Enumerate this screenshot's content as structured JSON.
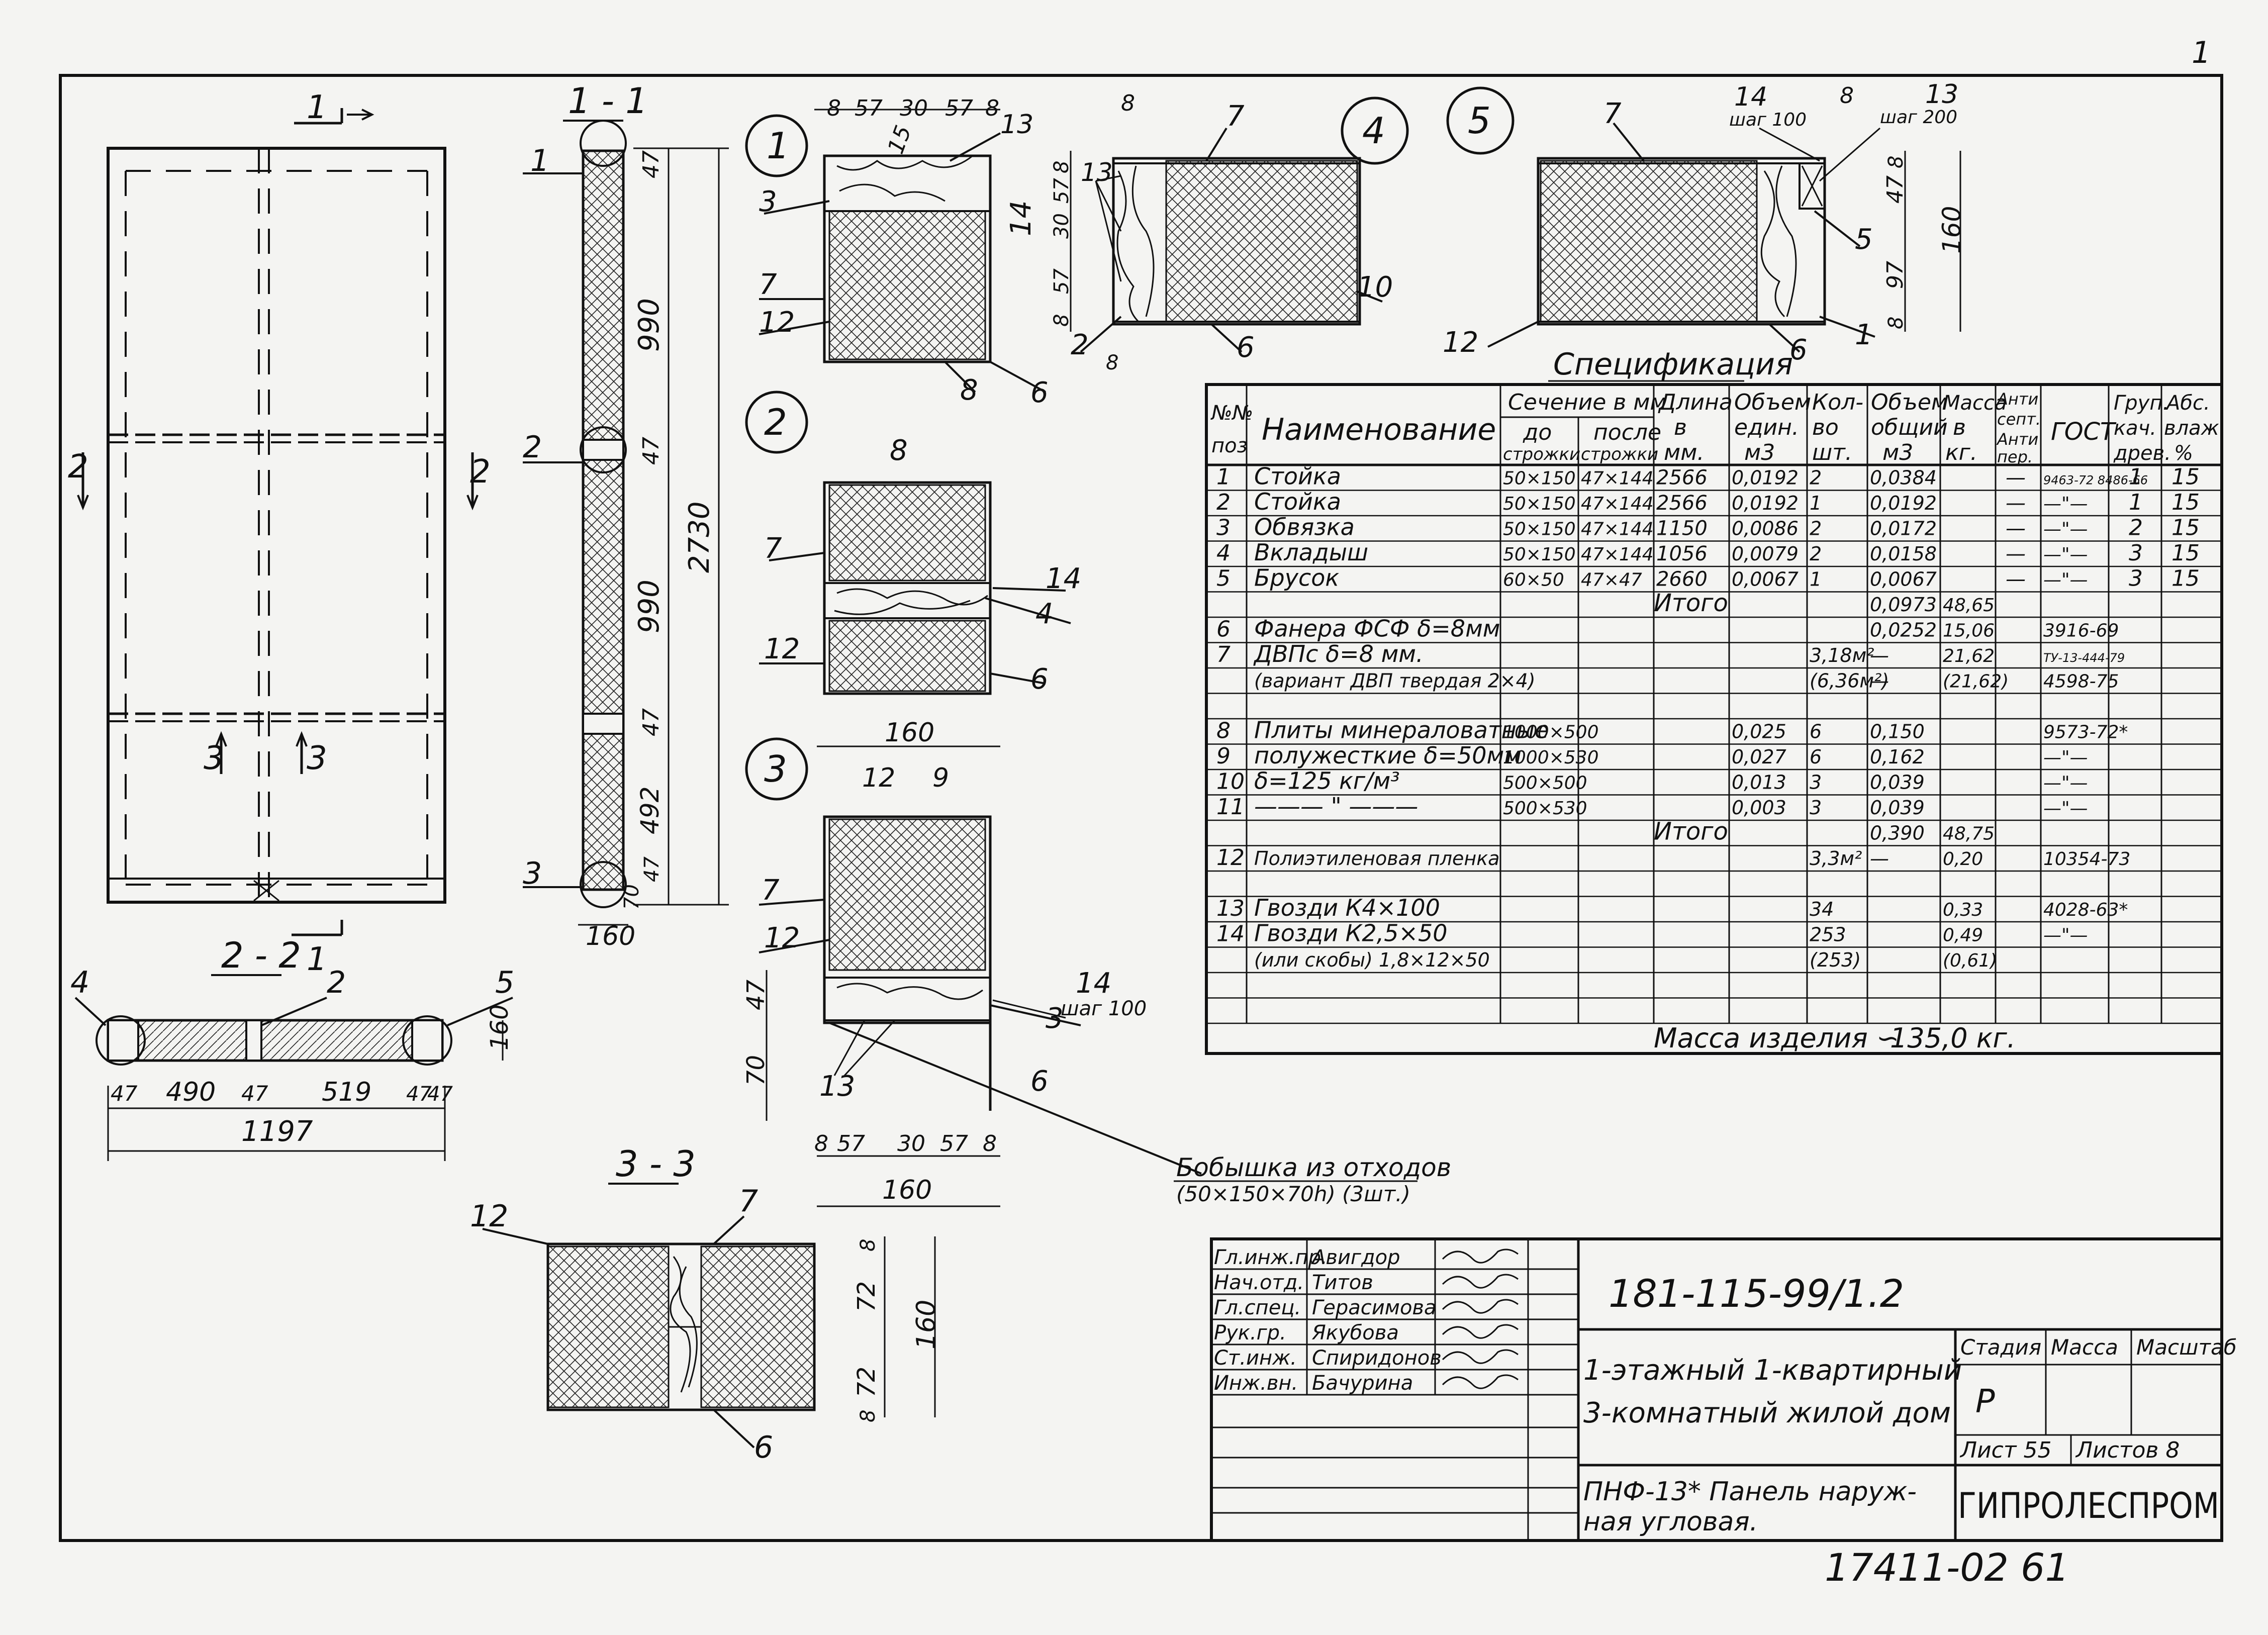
{
  "sheet": {
    "stamp_corner": "1",
    "bottom_code": "17411-02  61"
  },
  "drawings": {
    "elevation": {
      "cut_1": "1",
      "cut_2": "2",
      "cut_3": "3",
      "cut_2r": "2",
      "cut_3r": "3",
      "cut_1b": "1"
    },
    "section_1_1": {
      "title": "1 - 1",
      "callouts": [
        "1",
        "2",
        "3"
      ],
      "dims": [
        "47",
        "990",
        "47",
        "990",
        "47",
        "492",
        "47",
        "70",
        "2730"
      ],
      "width": "160"
    },
    "section_2_2": {
      "title": "2 - 2",
      "callouts": [
        "4",
        "2",
        "5"
      ],
      "dims": [
        "47",
        "490",
        "47",
        "519",
        "47",
        "47"
      ],
      "total": "1197",
      "height": "160"
    },
    "section_3_3": {
      "title": "3 - 3",
      "callouts": [
        "12",
        "7",
        "6"
      ],
      "dims": [
        "8",
        "72",
        "72",
        "8"
      ],
      "height": "160"
    },
    "node_1": {
      "number": "1",
      "top_dims": [
        "8",
        "57",
        "30",
        "57",
        "8"
      ],
      "callouts": [
        "13",
        "15",
        "3",
        "7",
        "12",
        "14",
        "8",
        "6"
      ]
    },
    "node_2": {
      "number": "2",
      "callouts": [
        "8",
        "7",
        "14",
        "4",
        "12",
        "6"
      ],
      "width": "160"
    },
    "node_3": {
      "number": "3",
      "callouts": [
        "12",
        "9",
        "7",
        "12",
        "14",
        "3",
        "13",
        "6"
      ],
      "side_dims": [
        "47",
        "70"
      ],
      "step_label": "шаг 100",
      "bottom_dims": [
        "8",
        "57",
        "30",
        "57",
        "8"
      ],
      "width": "160",
      "note_title": "Бобышка из отходов",
      "note_text": "(50×150×70h) (3шт.)"
    },
    "node_4": {
      "number": "4",
      "callouts": [
        "8",
        "7",
        "13",
        "10",
        "2",
        "8",
        "6"
      ],
      "side_dims": [
        "8",
        "57",
        "30",
        "57",
        "8"
      ]
    },
    "node_5": {
      "number": "5",
      "callouts": [
        "7",
        "14",
        "8",
        "13",
        "5",
        "1",
        "6",
        "12"
      ],
      "steps": [
        "шаг 100",
        "шаг 200"
      ],
      "side_dims": [
        "8",
        "47",
        "97",
        "8"
      ],
      "height": "160"
    }
  },
  "spec": {
    "title": "Спецификация",
    "headers": {
      "pos": "№№ поз",
      "name": "Наименование",
      "section": "Сечение в мм",
      "before": "до строжки",
      "after": "после строжки",
      "length": "Длина в мм.",
      "vol_unit": "Объем един. м3",
      "qty": "Кол-во шт.",
      "vol_total": "Объем общий м3",
      "mass": "Масса в кг.",
      "antisept": "Антисепт. Антипер.",
      "gost": "ГОСТ",
      "grade": "Груп. кач. древ.",
      "moist": "Абс. влаж. %"
    },
    "rows": [
      {
        "pos": "1",
        "name": "Стойка",
        "before": "50×150",
        "after": "47×144",
        "len": "2566",
        "vu": "0,0192",
        "qty": "2",
        "vt": "0,0384",
        "mass": "",
        "anti": "—",
        "gost": "9463-72 8486-66",
        "grade": "1",
        "moist": "15"
      },
      {
        "pos": "2",
        "name": "Стойка",
        "before": "50×150",
        "after": "47×144",
        "len": "2566",
        "vu": "0,0192",
        "qty": "1",
        "vt": "0,0192",
        "mass": "",
        "anti": "—",
        "gost": "—\"—",
        "grade": "1",
        "moist": "15"
      },
      {
        "pos": "3",
        "name": "Обвязка",
        "before": "50×150",
        "after": "47×144",
        "len": "1150",
        "vu": "0,0086",
        "qty": "2",
        "vt": "0,0172",
        "mass": "",
        "anti": "—",
        "gost": "—\"—",
        "grade": "2",
        "moist": "15"
      },
      {
        "pos": "4",
        "name": "Вкладыш",
        "before": "50×150",
        "after": "47×144",
        "len": "1056",
        "vu": "0,0079",
        "qty": "2",
        "vt": "0,0158",
        "mass": "",
        "anti": "—",
        "gost": "—\"—",
        "grade": "3",
        "moist": "15"
      },
      {
        "pos": "5",
        "name": "Брусок",
        "before": "60×50",
        "after": "47×47",
        "len": "2660",
        "vu": "0,0067",
        "qty": "1",
        "vt": "0,0067",
        "mass": "",
        "anti": "—",
        "gost": "—\"—",
        "grade": "3",
        "moist": "15"
      },
      {
        "pos": "",
        "name": "Итого",
        "before": "",
        "after": "",
        "len": "",
        "vu": "",
        "qty": "",
        "vt": "0,0973",
        "mass": "48,65",
        "anti": "",
        "gost": "",
        "grade": "",
        "moist": "",
        "total": true
      },
      {
        "pos": "6",
        "name": "Фанера ФСФ δ=8мм",
        "before": "",
        "after": "",
        "len": "",
        "vu": "",
        "qty": "",
        "vt": "0,0252",
        "mass": "15,06",
        "anti": "",
        "gost": "3916-69",
        "grade": "",
        "moist": ""
      },
      {
        "pos": "7",
        "name": "ДВПс δ=8 мм.",
        "before": "",
        "after": "",
        "len": "",
        "vu": "",
        "qty": "3,18м²",
        "vt": "—",
        "mass": "21,62",
        "anti": "",
        "gost": "ТУ-13-444-79",
        "grade": "",
        "moist": ""
      },
      {
        "pos": "",
        "name": "(вариант ДВП твердая 2×4)",
        "before": "",
        "after": "",
        "len": "",
        "vu": "",
        "qty": "(6,36м²)",
        "vt": "—",
        "mass": "(21,62)",
        "anti": "",
        "gost": "4598-75",
        "grade": "",
        "moist": ""
      },
      {
        "pos": "",
        "name": "",
        "before": "",
        "after": "",
        "len": "",
        "vu": "",
        "qty": "",
        "vt": "",
        "mass": "",
        "anti": "",
        "gost": "",
        "grade": "",
        "moist": ""
      },
      {
        "pos": "8",
        "name": "Плиты минераловатные",
        "before": "1000×500",
        "after": "",
        "len": "",
        "vu": "0,025",
        "qty": "6",
        "vt": "0,150",
        "mass": "",
        "anti": "",
        "gost": "9573-72*",
        "grade": "",
        "moist": ""
      },
      {
        "pos": "9",
        "name": "полужесткие δ=50мм",
        "before": "1000×530",
        "after": "",
        "len": "",
        "vu": "0,027",
        "qty": "6",
        "vt": "0,162",
        "mass": "",
        "anti": "",
        "gost": "—\"—",
        "grade": "",
        "moist": ""
      },
      {
        "pos": "10",
        "name": "δ=125 кг/м³",
        "before": "500×500",
        "after": "",
        "len": "",
        "vu": "0,013",
        "qty": "3",
        "vt": "0,039",
        "mass": "",
        "anti": "",
        "gost": "—\"—",
        "grade": "",
        "moist": ""
      },
      {
        "pos": "11",
        "name": "——— \" ———",
        "before": "500×530",
        "after": "",
        "len": "",
        "vu": "0,003",
        "qty": "3",
        "vt": "0,039",
        "mass": "",
        "anti": "",
        "gost": "—\"—",
        "grade": "",
        "moist": ""
      },
      {
        "pos": "",
        "name": "Итого",
        "before": "",
        "after": "",
        "len": "",
        "vu": "",
        "qty": "",
        "vt": "0,390",
        "mass": "48,75",
        "anti": "",
        "gost": "",
        "grade": "",
        "moist": "",
        "total": true
      },
      {
        "pos": "12",
        "name": "Полиэтиленовая пленка",
        "before": "",
        "after": "",
        "len": "",
        "vu": "",
        "qty": "3,3м²",
        "vt": "—",
        "mass": "0,20",
        "anti": "",
        "gost": "10354-73",
        "grade": "",
        "moist": ""
      },
      {
        "pos": "",
        "name": "",
        "before": "",
        "after": "",
        "len": "",
        "vu": "",
        "qty": "",
        "vt": "",
        "mass": "",
        "anti": "",
        "gost": "",
        "grade": "",
        "moist": ""
      },
      {
        "pos": "13",
        "name": "Гвозди К4×100",
        "before": "",
        "after": "",
        "len": "",
        "vu": "",
        "qty": "34",
        "vt": "",
        "mass": "0,33",
        "anti": "",
        "gost": "4028-63*",
        "grade": "",
        "moist": ""
      },
      {
        "pos": "14",
        "name": "Гвозди К2,5×50",
        "before": "",
        "after": "",
        "len": "",
        "vu": "",
        "qty": "253",
        "vt": "",
        "mass": "0,49",
        "anti": "",
        "gost": "—\"—",
        "grade": "",
        "moist": ""
      },
      {
        "pos": "",
        "name": "(или скобы) 1,8×12×50",
        "before": "",
        "after": "",
        "len": "",
        "vu": "",
        "qty": "(253)",
        "vt": "",
        "mass": "(0,61)",
        "anti": "",
        "gost": "",
        "grade": "",
        "moist": ""
      },
      {
        "pos": "",
        "name": "",
        "before": "",
        "after": "",
        "len": "",
        "vu": "",
        "qty": "",
        "vt": "",
        "mass": "",
        "anti": "",
        "gost": "",
        "grade": "",
        "moist": ""
      },
      {
        "pos": "",
        "name": "",
        "before": "",
        "after": "",
        "len": "",
        "vu": "",
        "qty": "",
        "vt": "",
        "mass": "",
        "anti": "",
        "gost": "",
        "grade": "",
        "moist": ""
      }
    ],
    "mass_label": "Масса изделия ∽",
    "mass_value": "135,0 кг."
  },
  "title_block": {
    "people": [
      {
        "role": "Гл.инж.пр.",
        "name": "Авигдор"
      },
      {
        "role": "Нач.отд.",
        "name": "Титов"
      },
      {
        "role": "Гл.спец.",
        "name": "Герасимова"
      },
      {
        "role": "Рук.гр.",
        "name": "Якубова"
      },
      {
        "role": "Ст.инж.",
        "name": "Спиридонов"
      },
      {
        "role": "Инж.вн.",
        "name": "Бачурина"
      }
    ],
    "code": "181-115-99/1.2",
    "project_line1": "1-этажный 1-квартирный",
    "project_line2": "3-комнатный жилой дом",
    "stage_label": "Стадия",
    "mass_label": "Масса",
    "scale_label": "Масштаб",
    "stage_value": "Р",
    "sheet_label": "Лист 55",
    "sheets_label": "Листов 8",
    "item_line1": "ПНФ-13* Панель наруж-",
    "item_line2": "ная угловая.",
    "org": "ГИПРОЛЕСПРОМ"
  }
}
